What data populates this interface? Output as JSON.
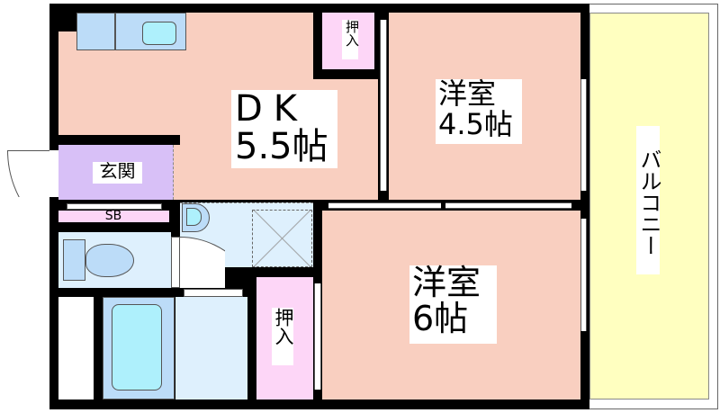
{
  "rooms": {
    "dk": {
      "name": "DK",
      "size": "5.5帖"
    },
    "western_45": {
      "name": "洋室",
      "size": "4.5帖"
    },
    "western_6": {
      "name": "洋室",
      "size": "6帖"
    },
    "entrance": {
      "name": "玄関"
    },
    "shoe_box": {
      "name": "SB"
    },
    "closet_top": {
      "name": "押入"
    },
    "closet_bottom": {
      "name": "押入"
    },
    "balcony": {
      "name": "バルコニー"
    }
  },
  "colors": {
    "room": "#f9cfc0",
    "closet": "#fdd6f7",
    "entrance": "#d8c0f7",
    "wet": "#def0fd",
    "balcony": "#ffffc0",
    "wall": "#000000"
  }
}
